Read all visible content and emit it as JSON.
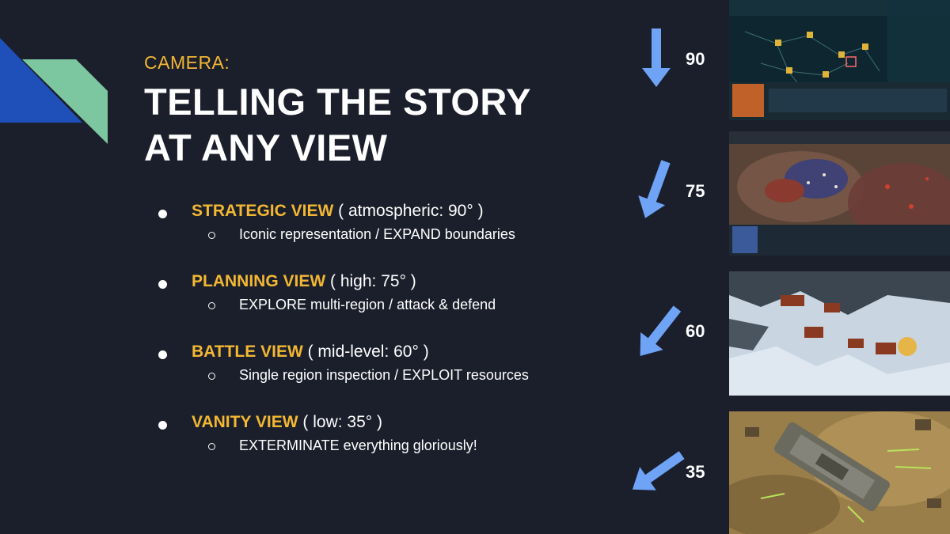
{
  "slide": {
    "kicker": "CAMERA:",
    "title_line1": "TELLING THE STORY",
    "title_line2": "AT ANY VIEW"
  },
  "views": [
    {
      "name": "STRATEGIC VIEW",
      "detail": " ( atmospheric: 90° )",
      "sub": "Iconic representation / EXPAND boundaries"
    },
    {
      "name": "PLANNING VIEW",
      "detail": " ( high: 75° )",
      "sub": "EXPLORE multi-region / attack & defend"
    },
    {
      "name": "BATTLE VIEW",
      "detail": " ( mid-level: 60° )",
      "sub": "Single region inspection / EXPLOIT resources"
    },
    {
      "name": "VANITY VIEW",
      "detail": " ( low: 35° )",
      "sub": "EXTERMINATE everything gloriously!"
    }
  ],
  "angles": [
    "90",
    "75",
    "60",
    "35"
  ],
  "colors": {
    "background": "#1b1f2b",
    "accent_yellow": "#f2b733",
    "arrow_blue": "#6ea3f5",
    "deco_blue": "#1f4fb8",
    "deco_green": "#7cc6a0"
  },
  "screenshots": [
    "strategic-map-screenshot",
    "planning-battlefield-screenshot",
    "snow-base-screenshot",
    "ground-vehicle-screenshot"
  ]
}
